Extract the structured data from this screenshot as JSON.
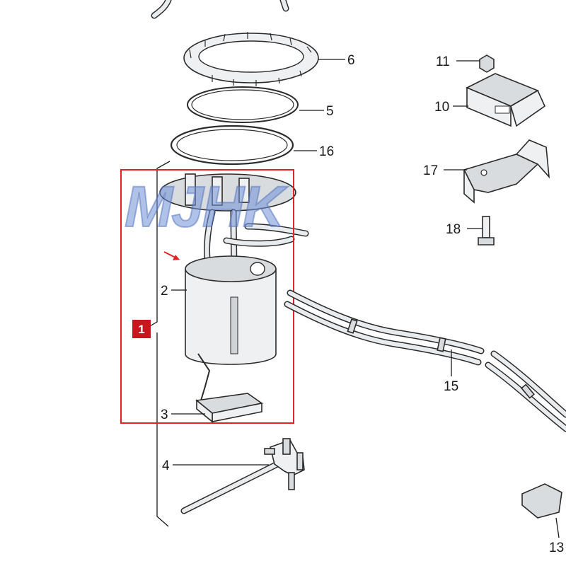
{
  "watermark": "MJHK",
  "highlight_badge": "1",
  "callouts": {
    "c2": "2",
    "c3": "3",
    "c4": "4",
    "c5": "5",
    "c6": "6",
    "c10": "10",
    "c11": "11",
    "c13": "13",
    "c15": "15",
    "c16": "16",
    "c17": "17",
    "c18": "18"
  },
  "colors": {
    "highlight": "#e02424",
    "badge": "#c8161c",
    "watermark": "#6f8fd6"
  }
}
